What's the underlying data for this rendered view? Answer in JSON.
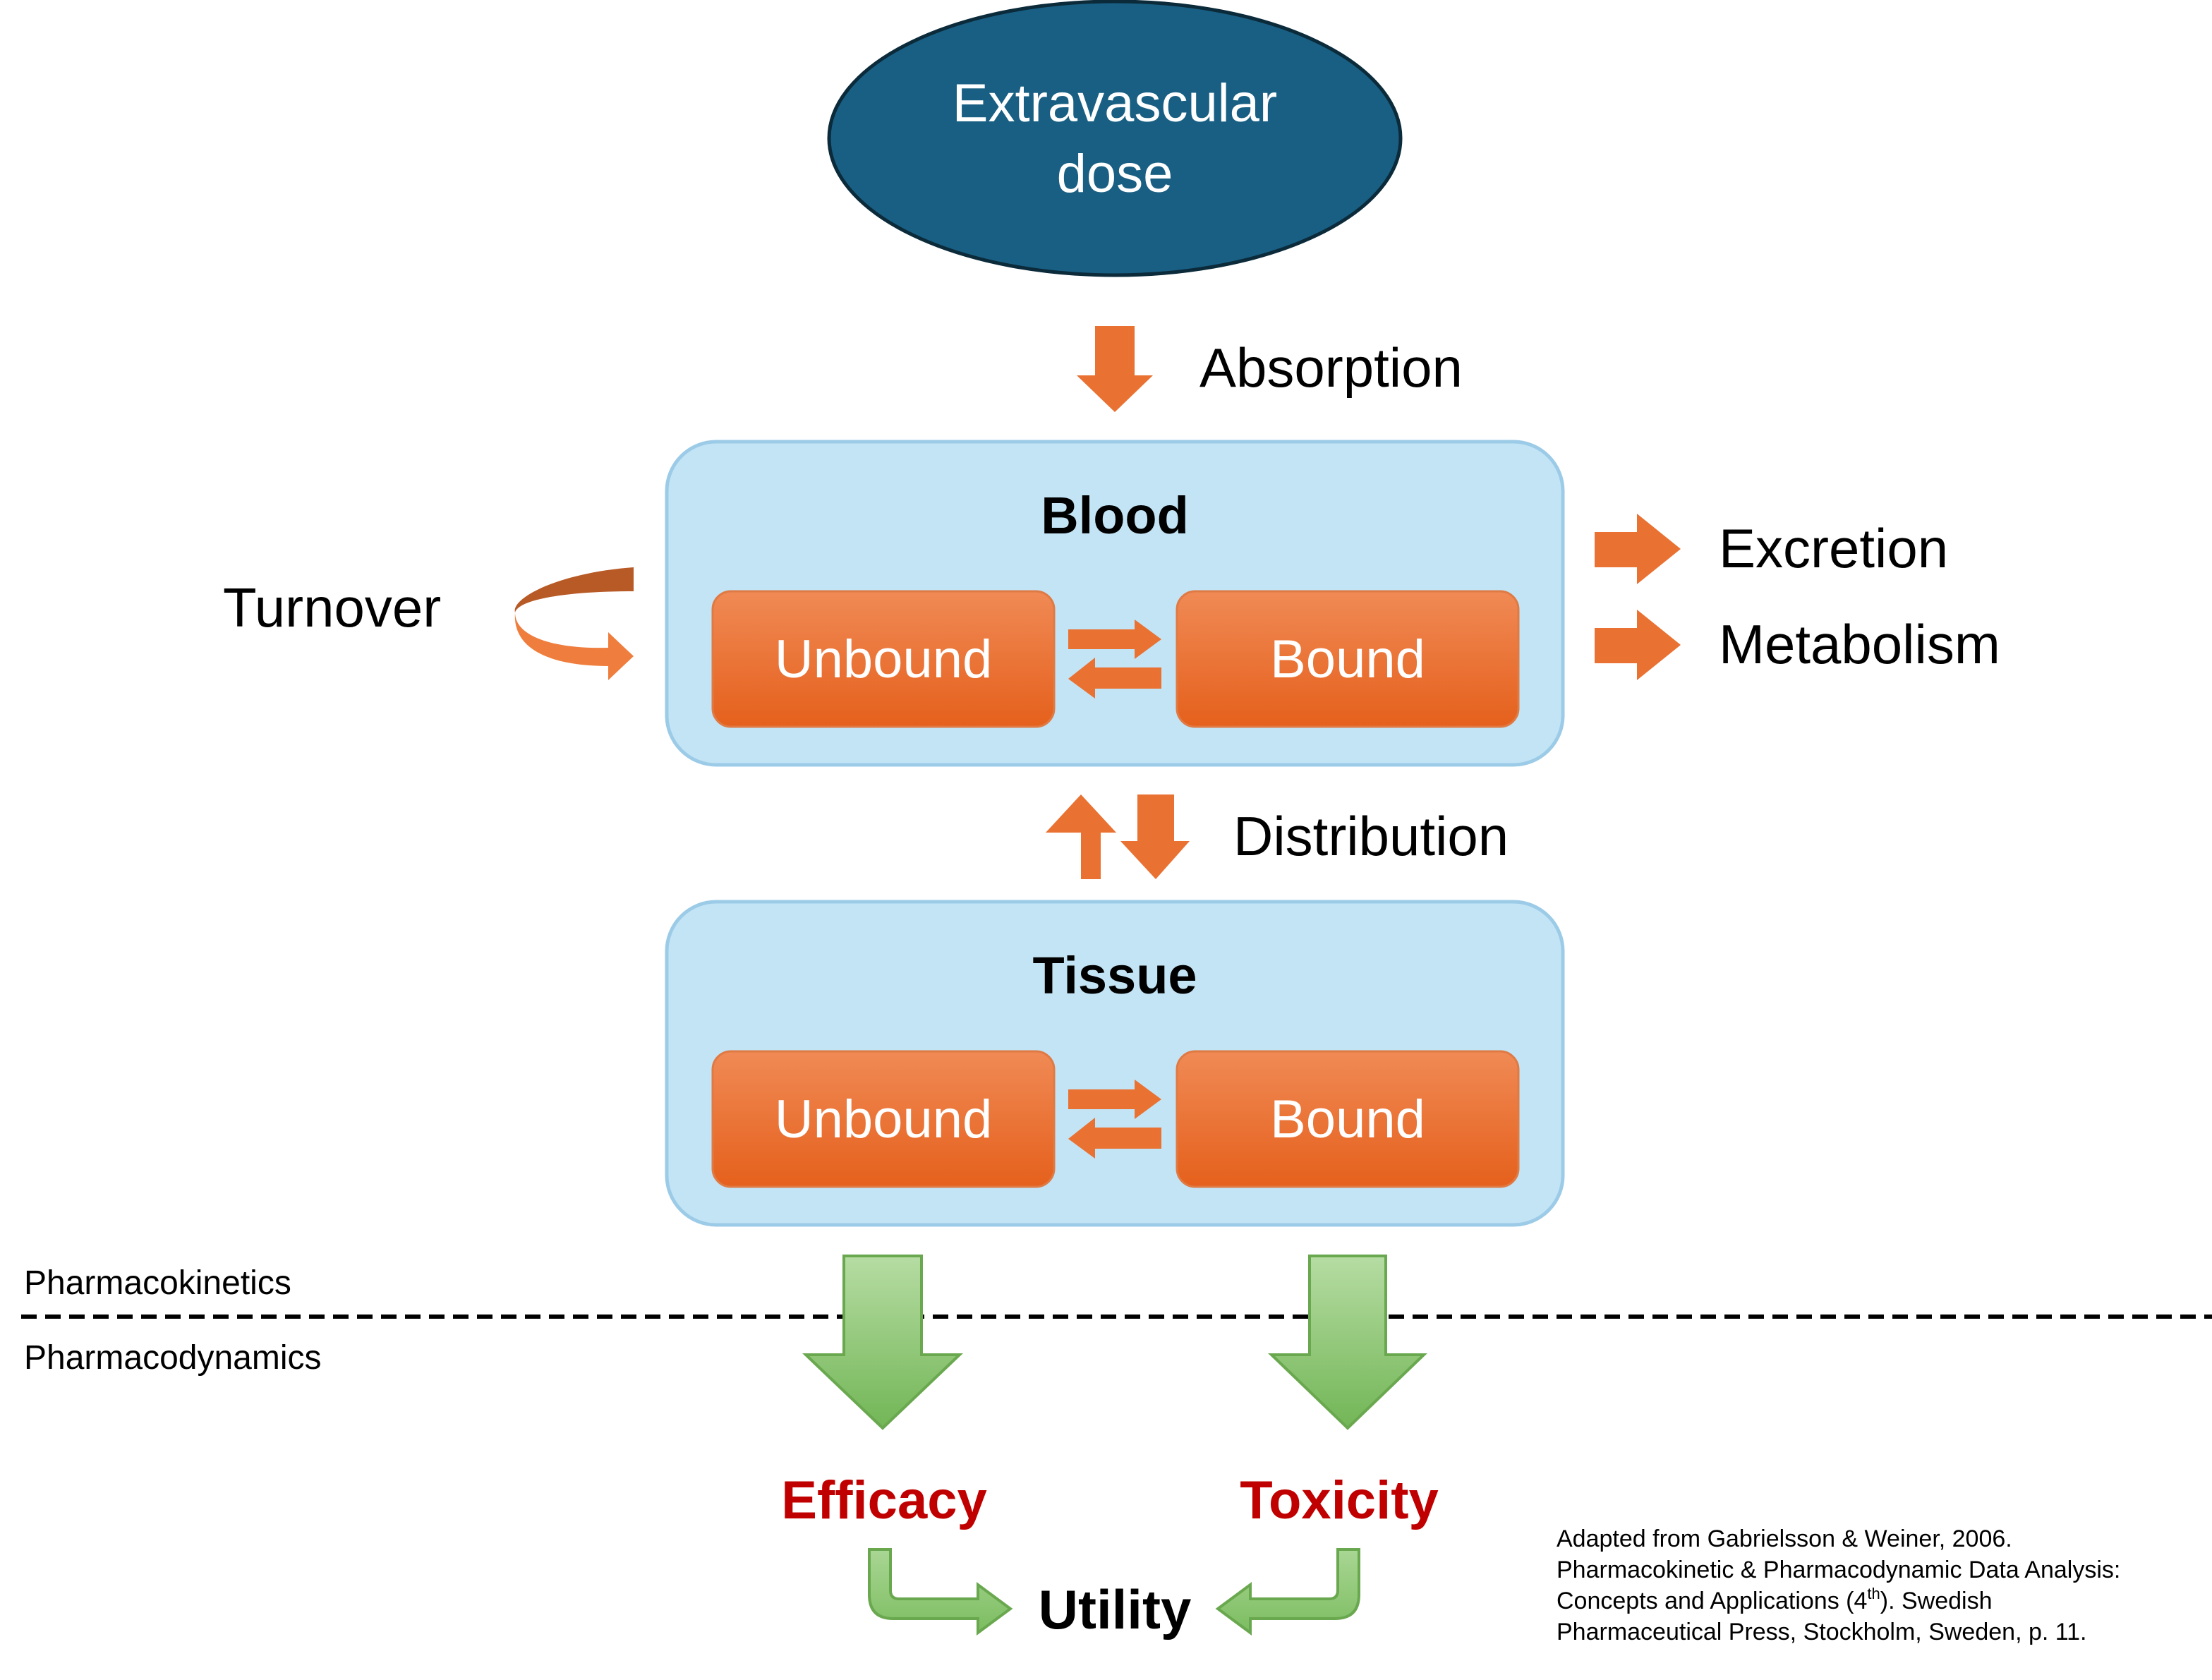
{
  "dose": {
    "line1": "Extravascular",
    "line2": "dose"
  },
  "absorption_label": "Absorption",
  "blood": {
    "title": "Blood",
    "unbound": "Unbound",
    "bound": "Bound"
  },
  "tissue": {
    "title": "Tissue",
    "unbound": "Unbound",
    "bound": "Bound"
  },
  "turnover_label": "Turnover",
  "excretion_label": "Excretion",
  "metabolism_label": "Metabolism",
  "distribution_label": "Distribution",
  "pk_label": "Pharmacokinetics",
  "pd_label": "Pharmacodynamics",
  "efficacy_label": "Efficacy",
  "toxicity_label": "Toxicity",
  "utility_label": "Utility",
  "citation": {
    "line1": "Adapted from Gabrielsson & Weiner, 2006.",
    "line2": "Pharmacokinetic & Pharmacodynamic Data Analysis:",
    "line3_pre": "Concepts and Applications (4",
    "line3_sup": "th",
    "line3_post": "). Swedish",
    "line4": "Pharmaceutical Press, Stockholm, Sweden, p. 11."
  },
  "colors": {
    "dose_fill": "#185f83",
    "compartment_fill": "#c3e4f5",
    "compartment_stroke": "#9ccbe8",
    "pill_top": "#f0834e",
    "pill_bottom": "#e6621f",
    "arrow_orange": "#e97132",
    "arrow_green": "#84c06a",
    "outcome_red": "#c00000"
  }
}
